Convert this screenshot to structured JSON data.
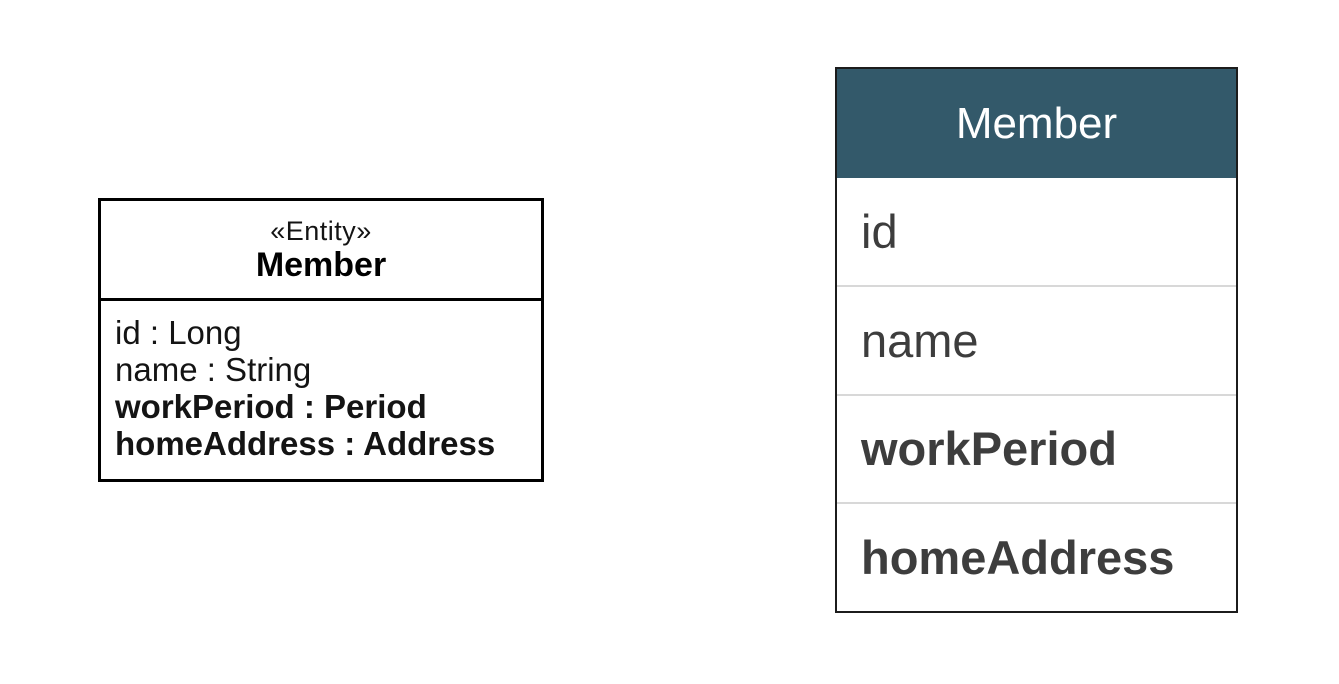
{
  "colors": {
    "background": "#ffffff",
    "uml_border": "#000000",
    "uml_text": "#141414",
    "table_border": "#1c1c1c",
    "table_header_bg": "#33596a",
    "table_header_text": "#ffffff",
    "table_row_text": "#3d3d3d",
    "table_divider": "#d8d8d8"
  },
  "uml_class": {
    "stereotype": "«Entity»",
    "name": "Member",
    "attributes": [
      {
        "text": "id : Long",
        "emphasis": false
      },
      {
        "text": "name : String",
        "emphasis": false
      },
      {
        "text": "workPeriod : Period",
        "emphasis": true
      },
      {
        "text": "homeAddress : Address",
        "emphasis": true
      }
    ]
  },
  "db_table": {
    "title": "Member",
    "rows": [
      {
        "label": "id",
        "emphasis": false
      },
      {
        "label": "name",
        "emphasis": false
      },
      {
        "label": "workPeriod",
        "emphasis": true
      },
      {
        "label": "homeAddress",
        "emphasis": true
      }
    ]
  }
}
